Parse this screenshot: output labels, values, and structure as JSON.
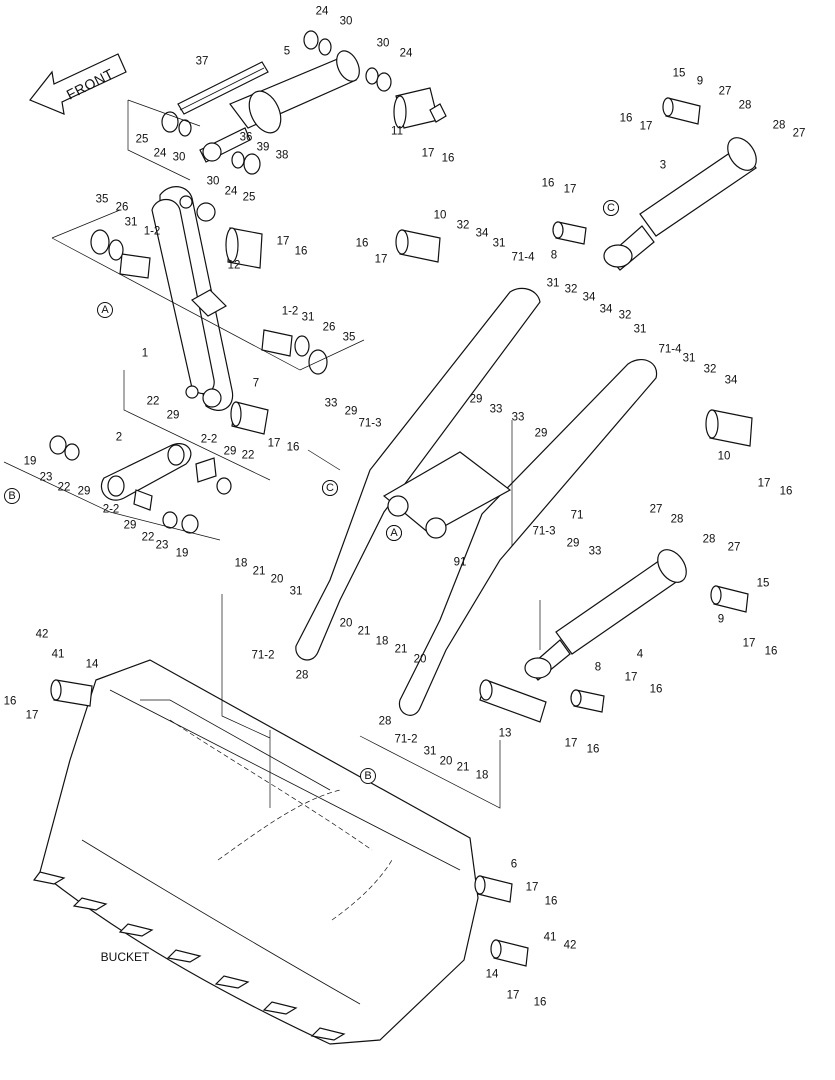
{
  "diagram": {
    "front_label": "FRONT",
    "bucket_label": "BUCKET",
    "view_markers": {
      "A": "A",
      "B": "B",
      "C": "C"
    },
    "callouts": [
      "24",
      "30",
      "5",
      "30",
      "24",
      "37",
      "11",
      "17",
      "16",
      "25",
      "24",
      "30",
      "36",
      "39",
      "38",
      "30",
      "24",
      "25",
      "15",
      "9",
      "27",
      "16",
      "17",
      "28",
      "28",
      "27",
      "3",
      "16",
      "17",
      "8",
      "C",
      "35",
      "26",
      "31",
      "1-2",
      "12",
      "17",
      "16",
      "10",
      "16",
      "17",
      "32",
      "34",
      "31",
      "71-4",
      "31",
      "32",
      "34",
      "34",
      "32",
      "31",
      "71-4",
      "31",
      "32",
      "34",
      "10",
      "17",
      "16",
      "1-2",
      "31",
      "26",
      "35",
      "1",
      "7",
      "17",
      "16",
      "22",
      "29",
      "2",
      "2-2",
      "29",
      "22",
      "19",
      "23",
      "22",
      "29",
      "2-2",
      "29",
      "22",
      "23",
      "19",
      "33",
      "29",
      "71-3",
      "C",
      "29",
      "33",
      "33",
      "29",
      "71",
      "A",
      "91",
      "27",
      "28",
      "28",
      "27",
      "71-3",
      "29",
      "33",
      "15",
      "9",
      "17",
      "16",
      "4",
      "18",
      "21",
      "20",
      "31",
      "71-2",
      "20",
      "28",
      "21",
      "18",
      "21",
      "20",
      "28",
      "8",
      "17",
      "16",
      "71-2",
      "31",
      "20",
      "21",
      "18",
      "13",
      "17",
      "16",
      "42",
      "41",
      "14",
      "16",
      "17",
      "6",
      "17",
      "16",
      "41",
      "42",
      "14",
      "17",
      "16"
    ]
  }
}
